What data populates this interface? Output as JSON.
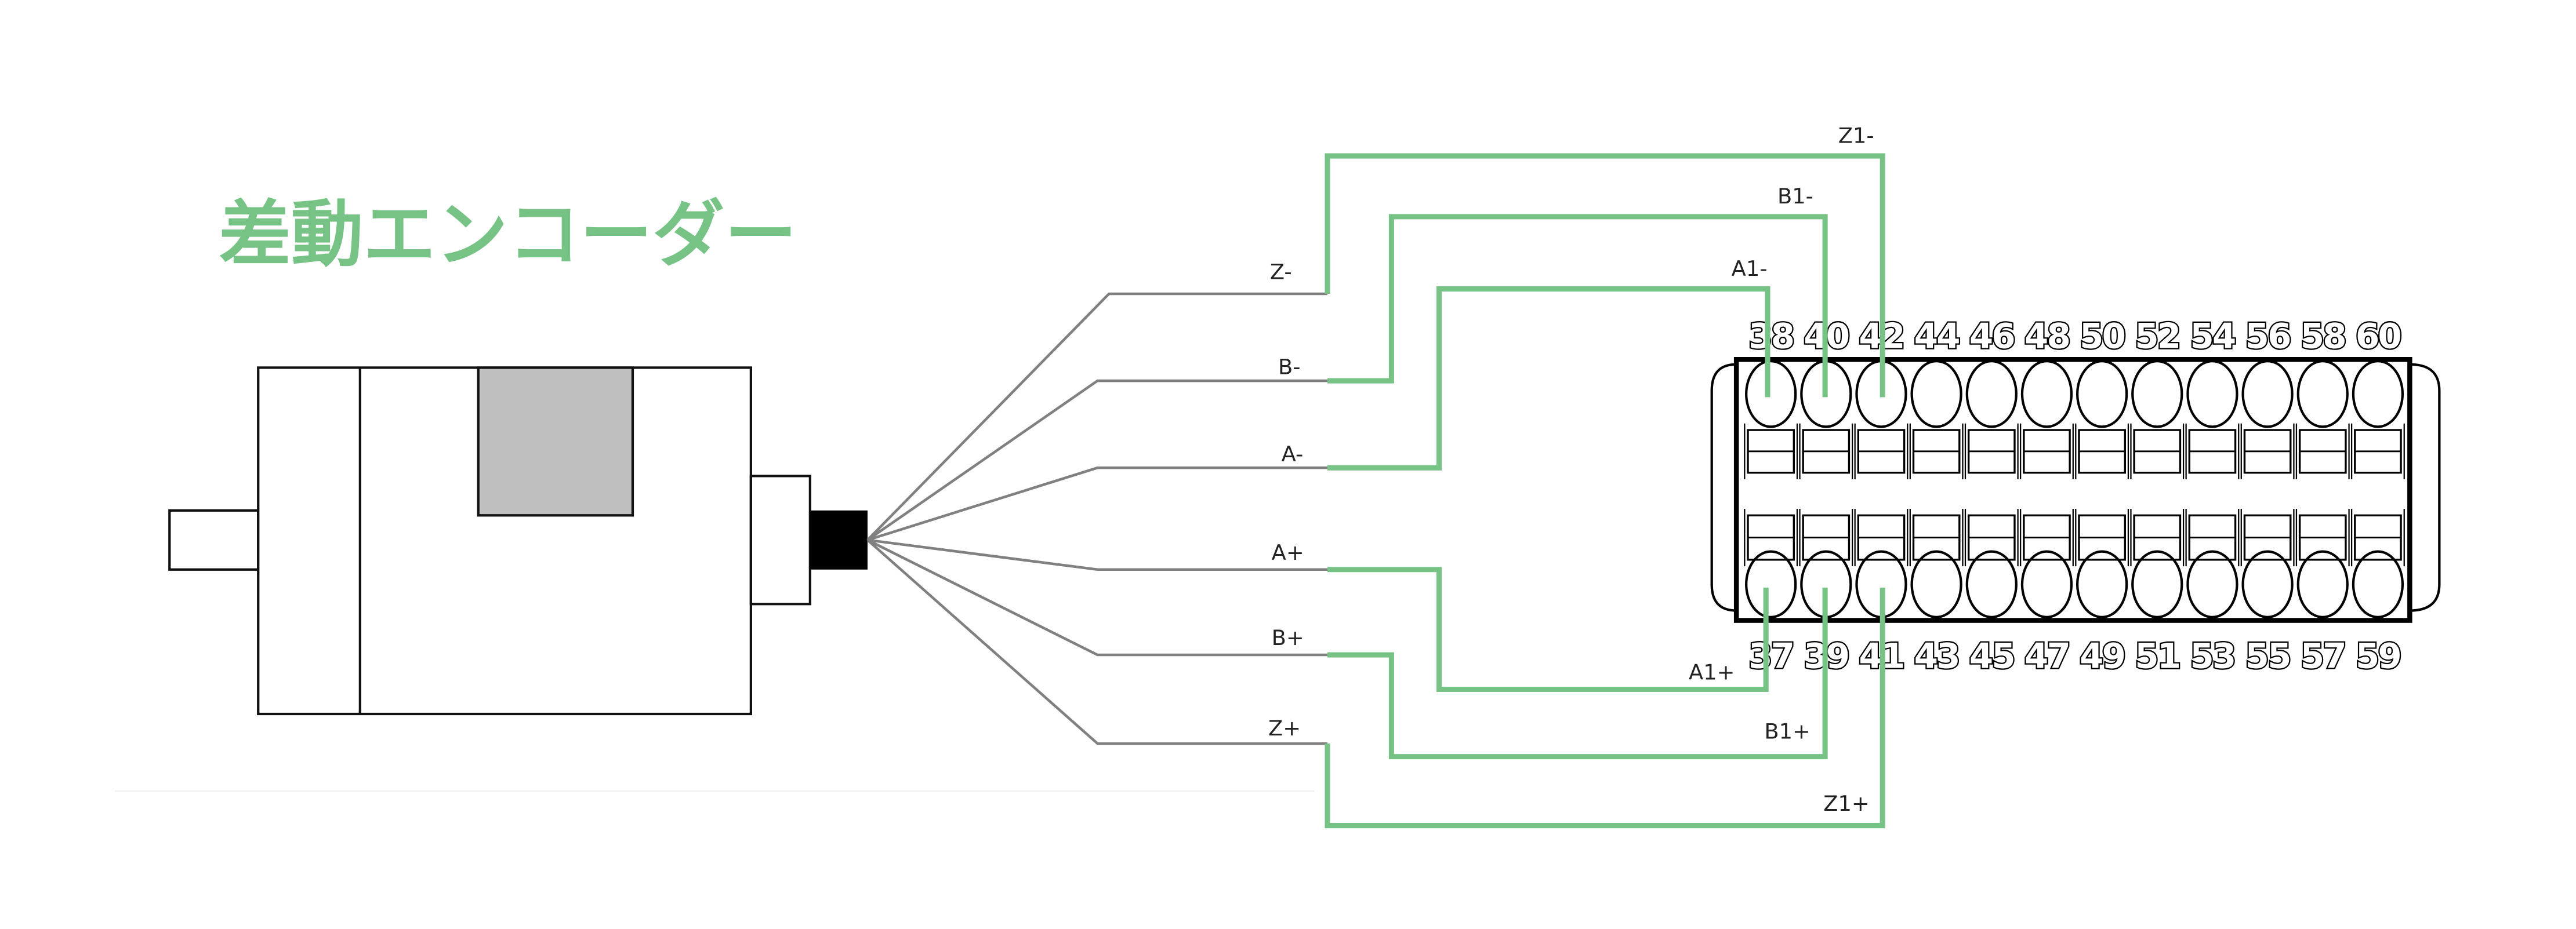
{
  "title": "差動エンコーダー",
  "colors": {
    "accent_green": "#77c386",
    "cable_gray": "#808080",
    "motor_window_gray": "#bfbfbf",
    "connector_black": "#000000"
  },
  "encoder_wires": {
    "z_minus": "Z-",
    "b_minus": "B-",
    "a_minus": "A-",
    "a_plus": "A+",
    "b_plus": "B+",
    "z_plus": "Z+"
  },
  "terminal_wires": {
    "z1_minus": "Z1-",
    "b1_minus": "B1-",
    "a1_minus": "A1-",
    "a1_plus": "A1+",
    "b1_plus": "B1+",
    "z1_plus": "Z1+"
  },
  "terminal_block": {
    "top_pins": [
      "38",
      "40",
      "42",
      "44",
      "46",
      "48",
      "50",
      "52",
      "54",
      "56",
      "58",
      "60"
    ],
    "bottom_pins": [
      "37",
      "39",
      "41",
      "43",
      "45",
      "47",
      "49",
      "51",
      "53",
      "55",
      "57",
      "59"
    ]
  }
}
